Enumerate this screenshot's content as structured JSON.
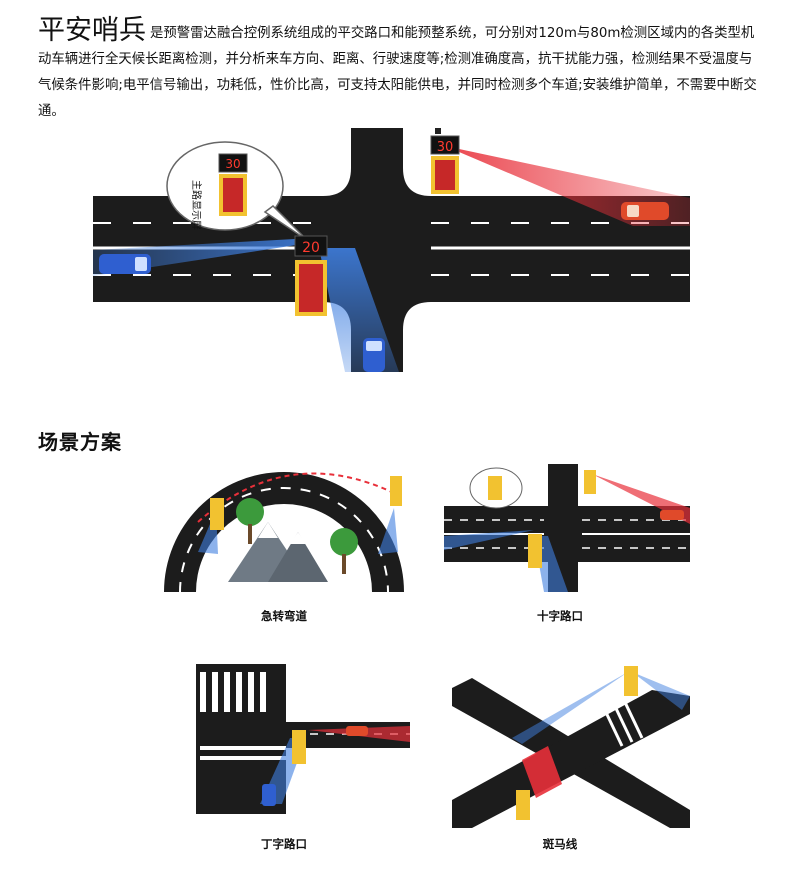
{
  "intro": {
    "brand": "平安哨兵",
    "text": "是预警雷达融合控例系统组成的平交路口和能预整系统，可分别对120m与80m检测区域内的各类型机动车辆进行全天候长距离检测，并分析来车方向、距离、行驶速度等;检测准确度高，抗干扰能力强，检测结果不受温度与气候条件影响;电平信号输出，功耗低，性价比高，可支持太阳能供电，并同时检测多个车道;安装维护简单，不需要中断交通。"
  },
  "hero": {
    "bubble_label": "主路显示屏",
    "sign_top_speed": "30",
    "sign_main_speed": "20",
    "sign_bubble_speed": "30"
  },
  "section": {
    "title": "场景方案"
  },
  "scenes": [
    {
      "caption": "急转弯道"
    },
    {
      "caption": "十字路口"
    },
    {
      "caption": "丁字路口"
    },
    {
      "caption": "斑马线"
    }
  ],
  "colors": {
    "road": "#1c1c1c",
    "sign_yellow": "#f2c230",
    "radar_red": "#e8303a",
    "radar_blue": "#3f7fe0",
    "led_red": "#ff3b2f"
  }
}
